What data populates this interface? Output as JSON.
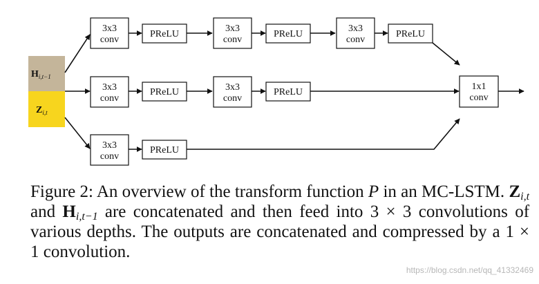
{
  "input_blocks": {
    "top": {
      "symbol": "H",
      "subscript": "i,t−1",
      "color": "#c4b59a"
    },
    "bottom": {
      "symbol": "Z",
      "subscript": "i,t",
      "color": "#f7d51e"
    }
  },
  "rows": [
    {
      "id": "row-1",
      "nodes": [
        "3x3 conv",
        "PReLU",
        "3x3 conv",
        "PReLU",
        "3x3 conv",
        "PReLU"
      ]
    },
    {
      "id": "row-2",
      "nodes": [
        "3x3 conv",
        "PReLU",
        "3x3 conv",
        "PReLU"
      ]
    },
    {
      "id": "row-3",
      "nodes": [
        "3x3 conv",
        "PReLU"
      ]
    }
  ],
  "labels": {
    "conv3_line1": "3x3",
    "conv3_line2": "conv",
    "prelu": "PReLU",
    "conv1_line1": "1x1",
    "conv1_line2": "conv"
  },
  "caption": {
    "prefix": "Figure 2: An overview of the transform function",
    "var_p": "P",
    "part2": "in an MC-LSTM.",
    "z_symbol": "Z",
    "z_sub": "i,t",
    "and": "and",
    "h_symbol": "H",
    "h_sub": "i,t−1",
    "part3": "are concatenated and then feed into 3 × 3 convolutions of various depths. The outputs are concatenated and compressed by a 1 × 1 convolution."
  },
  "watermark": "https://blog.csdn.net/qq_41332469"
}
